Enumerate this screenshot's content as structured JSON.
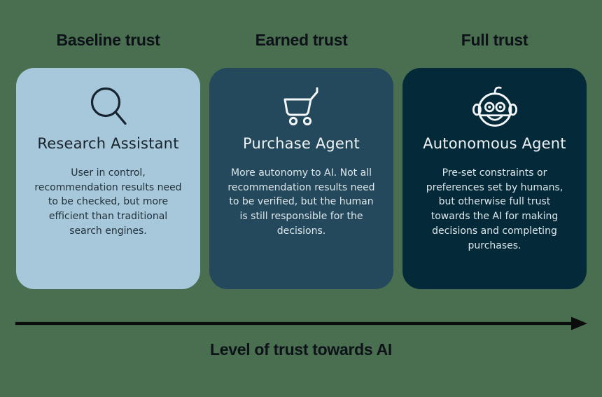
{
  "diagram": {
    "title_implicit": "AI trust levels diagram",
    "columns": [
      {
        "header": "Baseline trust",
        "card": {
          "icon": "search-icon",
          "title": "Research Assistant",
          "description": "User in control, recommendation results need to be checked, but more efficient than traditional search engines.",
          "background": "#a7c8db",
          "text_color": "#1b2b35"
        }
      },
      {
        "header": "Earned trust",
        "card": {
          "icon": "shopping-cart-icon",
          "title": "Purchase Agent",
          "description": "More autonomy to AI. Not all recommendation results need to be verified, but the human is still responsible for the decisions.",
          "background": "#24495c",
          "text_color": "#eef3f5"
        }
      },
      {
        "header": "Full trust",
        "card": {
          "icon": "robot-icon",
          "title": "Autonomous Agent",
          "description": "Pre-set constraints or preferences set by humans, but otherwise full trust towards the AI for making decisions and completing purchases.",
          "background": "#042a3a",
          "text_color": "#eef3f5"
        }
      }
    ],
    "axis": {
      "label": "Level of trust towards AI",
      "direction": "left-to-right",
      "arrow_color": "#0a0d0c"
    },
    "colors": {
      "page_background": "#4a6f50",
      "header_text": "#0c1217"
    }
  }
}
